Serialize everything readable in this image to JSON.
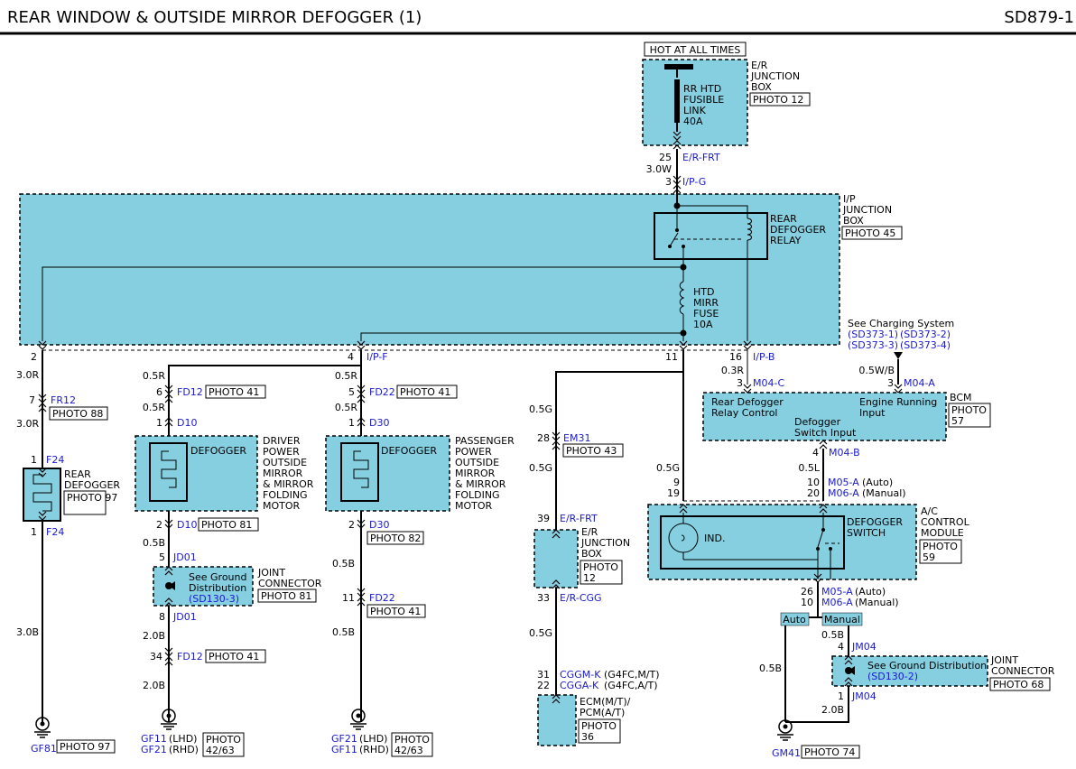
{
  "header": {
    "title": "REAR WINDOW & OUTSIDE MIRROR DEFOGGER (1)",
    "page_code": "SD879-1"
  },
  "er_box": {
    "hot_label": "HOT AT ALL TIMES",
    "name_1": "E/R",
    "name_2": "JUNCTION",
    "name_3": "BOX",
    "photo": "PHOTO 12",
    "fuse_1": "RR HTD",
    "fuse_2": "FUSIBLE",
    "fuse_3": "LINK",
    "fuse_4": "40A",
    "pin": "25",
    "conn": "E/R-FRT",
    "wire": "3.0W"
  },
  "ip_box": {
    "name_1": "I/P",
    "name_2": "JUNCTION",
    "name_3": "BOX",
    "photo": "PHOTO 45",
    "top_pin": "3",
    "top_conn": "I/P-G",
    "relay_1": "REAR",
    "relay_2": "DEFOGGER",
    "relay_3": "RELAY",
    "fuse_1": "HTD",
    "fuse_2": "MIRR",
    "fuse_3": "FUSE",
    "fuse_4": "10A",
    "pin_left": "2",
    "pin_f": "4",
    "conn_f": "I/P-F",
    "pin_11": "11",
    "pin_16": "16",
    "conn_b": "I/P-B"
  },
  "rear_defogger": {
    "wire_1": "3.0R",
    "fr12_pin": "7",
    "fr12_conn": "FR12",
    "fr12_photo": "PHOTO 88",
    "wire_2": "3.0R",
    "f24_pin_top": "1",
    "f24_conn_top": "F24",
    "name_1": "REAR",
    "name_2": "DEFOGGER",
    "photo": "PHOTO 97",
    "f24_pin_bottom": "1",
    "f24_conn_bottom": "F24",
    "wire_3": "3.0B",
    "ground_conn": "GF81",
    "ground_photo": "PHOTO 97"
  },
  "driver_mirror": {
    "wire_top": "0.5R",
    "fd12_pin": "6",
    "fd12_conn": "FD12",
    "fd12_photo": "PHOTO 41",
    "wire_2": "0.5R",
    "d10_pin": "1",
    "d10_conn": "D10",
    "element_label": "DEFOGGER",
    "name_1": "DRIVER",
    "name_2": "POWER",
    "name_3": "OUTSIDE",
    "name_4": "MIRROR",
    "name_5": "& MIRROR",
    "name_6": "FOLDING",
    "name_7": "MOTOR",
    "d10b_pin": "2",
    "d10b_conn": "D10",
    "d10b_photo": "PHOTO 81",
    "wire_3": "0.5B",
    "jd01_pin_top": "5",
    "jd01_conn_top": "JD01",
    "ground_see_1": "See Ground",
    "ground_see_2": "Distribution",
    "ground_ref": "(SD130-3)",
    "joint_1": "JOINT",
    "joint_2": "CONNECTOR",
    "joint_photo": "PHOTO 81",
    "jd01_pin_bottom": "8",
    "jd01_conn_bottom": "JD01",
    "wire_4": "2.0B",
    "fd12b_pin": "34",
    "fd12b_conn": "FD12",
    "fd12b_photo": "PHOTO 41",
    "wire_5": "2.0B",
    "gnd_1_conn": "GF11",
    "gnd_1_note": "(LHD)",
    "gnd_2_conn": "GF21",
    "gnd_2_note": "(RHD)",
    "gnd_photo_1": "PHOTO",
    "gnd_photo_2": "42/63"
  },
  "passenger_mirror": {
    "wire_top": "0.5R",
    "fd22_pin": "5",
    "fd22_conn": "FD22",
    "fd22_photo": "PHOTO 41",
    "wire_2": "0.5R",
    "d30_pin": "1",
    "d30_conn": "D30",
    "element_label": "DEFOGGER",
    "name_1": "PASSENGER",
    "name_2": "POWER",
    "name_3": "OUTSIDE",
    "name_4": "MIRROR",
    "name_5": "& MIRROR",
    "name_6": "FOLDING",
    "name_7": "MOTOR",
    "d30b_pin": "2",
    "d30b_conn": "D30",
    "d30b_photo": "PHOTO 82",
    "wire_3": "0.5B",
    "fd22b_pin": "11",
    "fd22b_conn": "FD22",
    "fd22b_photo": "PHOTO 41",
    "wire_4": "0.5B",
    "gnd_1_conn": "GF21",
    "gnd_1_note": "(LHD)",
    "gnd_2_conn": "GF11",
    "gnd_2_note": "(RHD)",
    "gnd_photo_1": "PHOTO",
    "gnd_photo_2": "42/63"
  },
  "ecm_path": {
    "wire_1": "0.5G",
    "em31_pin": "28",
    "em31_conn": "EM31",
    "em31_photo": "PHOTO 43",
    "wire_2": "0.5G",
    "erfrt_pin": "39",
    "erfrt_conn": "E/R-FRT",
    "er_1": "E/R",
    "er_2": "JUNCTION",
    "er_3": "BOX",
    "er_photo_1": "PHOTO",
    "er_photo_2": "12",
    "ercgg_pin": "33",
    "ercgg_conn": "E/R-CGG",
    "wire_3": "0.5G",
    "pin_31": "31",
    "conn_31": "CGGM-K",
    "note_31": "(G4FC,M/T)",
    "pin_22": "22",
    "conn_22": "CGGA-K",
    "note_22": "(G4FC,A/T)",
    "ecm_1": "ECM(M/T)/",
    "ecm_2": "PCM(A/T)",
    "ecm_photo_1": "PHOTO",
    "ecm_photo_2": "36"
  },
  "bcm": {
    "see_label": "See Charging System",
    "ref_1": "(SD373-1)",
    "ref_2": "(SD373-2)",
    "ref_3": "(SD373-3)",
    "ref_4": "(SD373-4)",
    "wire_left": "0.3R",
    "pin_left": "3",
    "conn_left": "M04-C",
    "wire_right": "0.5W/B",
    "pin_right": "3",
    "conn_right": "M04-A",
    "label_relay_1": "Rear Defogger",
    "label_relay_2": "Relay Control",
    "label_engine_1": "Engine Running",
    "label_engine_2": "Input",
    "label_switch_1": "Defogger",
    "label_switch_2": "Switch Input",
    "name": "BCM",
    "photo_1": "PHOTO",
    "photo_2": "57",
    "pin_out": "4",
    "conn_out": "M04-B"
  },
  "ac_module": {
    "wire_g": "0.5G",
    "wire_l": "0.5L",
    "pin_9": "9",
    "pin_19": "19",
    "pin_10": "10",
    "conn_10": "M05-A",
    "note_10": "(Auto)",
    "pin_20": "20",
    "conn_20": "M06-A",
    "note_20": "(Manual)",
    "ind_label": "IND.",
    "switch_1": "DEFOGGER",
    "switch_2": "SWITCH",
    "name_1": "A/C",
    "name_2": "CONTROL",
    "name_3": "MODULE",
    "photo_1": "PHOTO",
    "photo_2": "59",
    "pin_26": "26",
    "conn_26": "M05-A",
    "note_26": "(Auto)",
    "pin_10b": "10",
    "conn_10b": "M06-A",
    "note_10b": "(Manual)",
    "tag_auto": "Auto",
    "tag_manual": "Manual",
    "wire_b1": "0.5B",
    "wire_b2": "0.5B",
    "wire_b3": "2.0B",
    "jm04_pin_top": "4",
    "jm04_conn_top": "JM04",
    "ground_see": "See Ground Distribution",
    "ground_ref": "(SD130-2)",
    "joint_1": "JOINT",
    "joint_2": "CONNECTOR",
    "joint_photo": "PHOTO 68",
    "jm04_pin_bottom": "1",
    "jm04_conn_bottom": "JM04",
    "gnd_conn": "GM41",
    "gnd_photo": "PHOTO 74"
  }
}
